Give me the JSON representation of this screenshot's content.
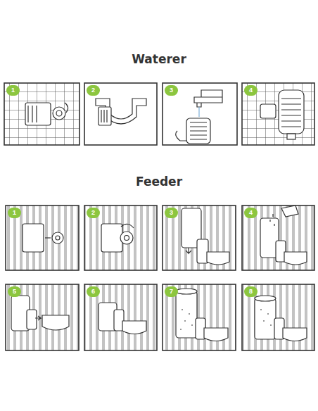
{
  "diagram": {
    "labels": [
      "Waterer",
      "1",
      "2",
      "3",
      "4",
      "Feeder",
      "1",
      "2",
      "3",
      "4",
      "5",
      "6",
      "7",
      "8"
    ]
  }
}
